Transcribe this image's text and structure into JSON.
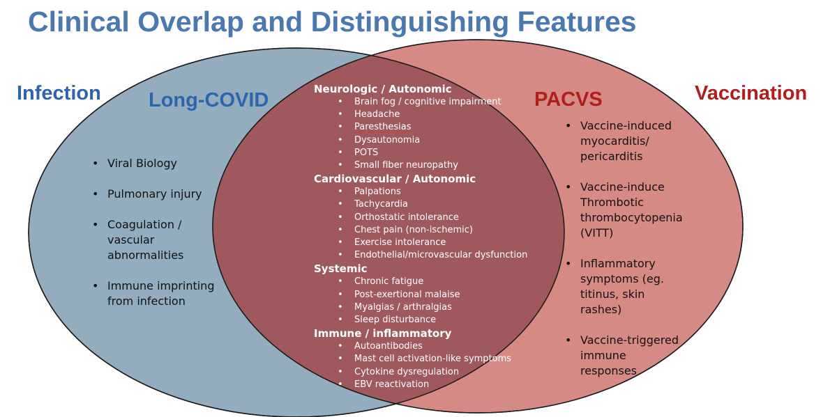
{
  "title": "Clinical Overlap and Distinguishing Features",
  "labels": {
    "infection": "Infection",
    "long_covid": "Long-COVID",
    "pacvs": "PACVS",
    "vaccination": "Vaccination"
  },
  "colors": {
    "left_circle": "#93adbf",
    "right_circle": "#d68a85",
    "overlap": "#9f595d",
    "title": "#4a79b0",
    "blue_label": "#2e63ad",
    "red_label": "#b01e1e"
  },
  "left_items": [
    "Viral Biology",
    "Pulmonary injury",
    "Coagulation / vascular abnormalities",
    "Immune imprinting from infection"
  ],
  "right_items": [
    "Vaccine-induced myocarditis/ pericarditis",
    "Vaccine-induce Thrombotic thrombocytopenia (VITT)",
    "Inflammatory symptoms (eg. titinus, skin rashes)",
    "Vaccine-triggered immune responses"
  ],
  "overlap_sections": [
    {
      "title": "Neurologic / Autonomic",
      "items": [
        "Brain fog / cognitive impairment",
        "Headache",
        "Paresthesias",
        "Dysautonomia",
        "POTS",
        "Small fiber neuropathy"
      ]
    },
    {
      "title": "Cardiovascular / Autonomic",
      "items": [
        "Palpations",
        "Tachycardia",
        "Orthostatic intolerance",
        "Chest pain (non-ischemic)",
        "Exercise intolerance",
        "Endothelial/microvascular dysfunction"
      ]
    },
    {
      "title": "Systemic",
      "items": [
        "Chronic fatigue",
        "Post-exertional malaise",
        "Myalgias / arthralgias",
        "Sleep disturbance"
      ]
    },
    {
      "title": "Immune / inflammatory",
      "items": [
        "Autoantibodies",
        "Mast cell activation-like symptoms",
        "Cytokine dysregulation",
        "EBV reactivation"
      ]
    }
  ]
}
